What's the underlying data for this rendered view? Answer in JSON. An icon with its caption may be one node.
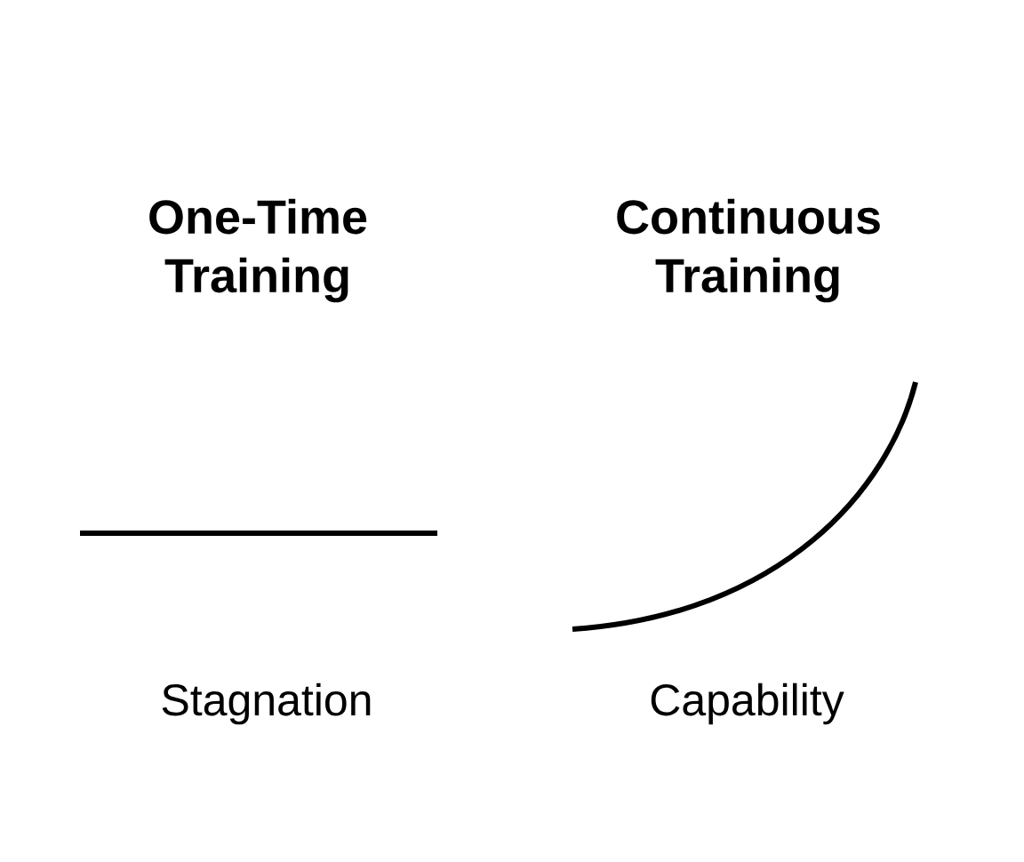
{
  "diagram": {
    "labels": [
      "One-Time Training",
      "Continuous Training",
      "Stagnation",
      "Capability"
    ]
  }
}
